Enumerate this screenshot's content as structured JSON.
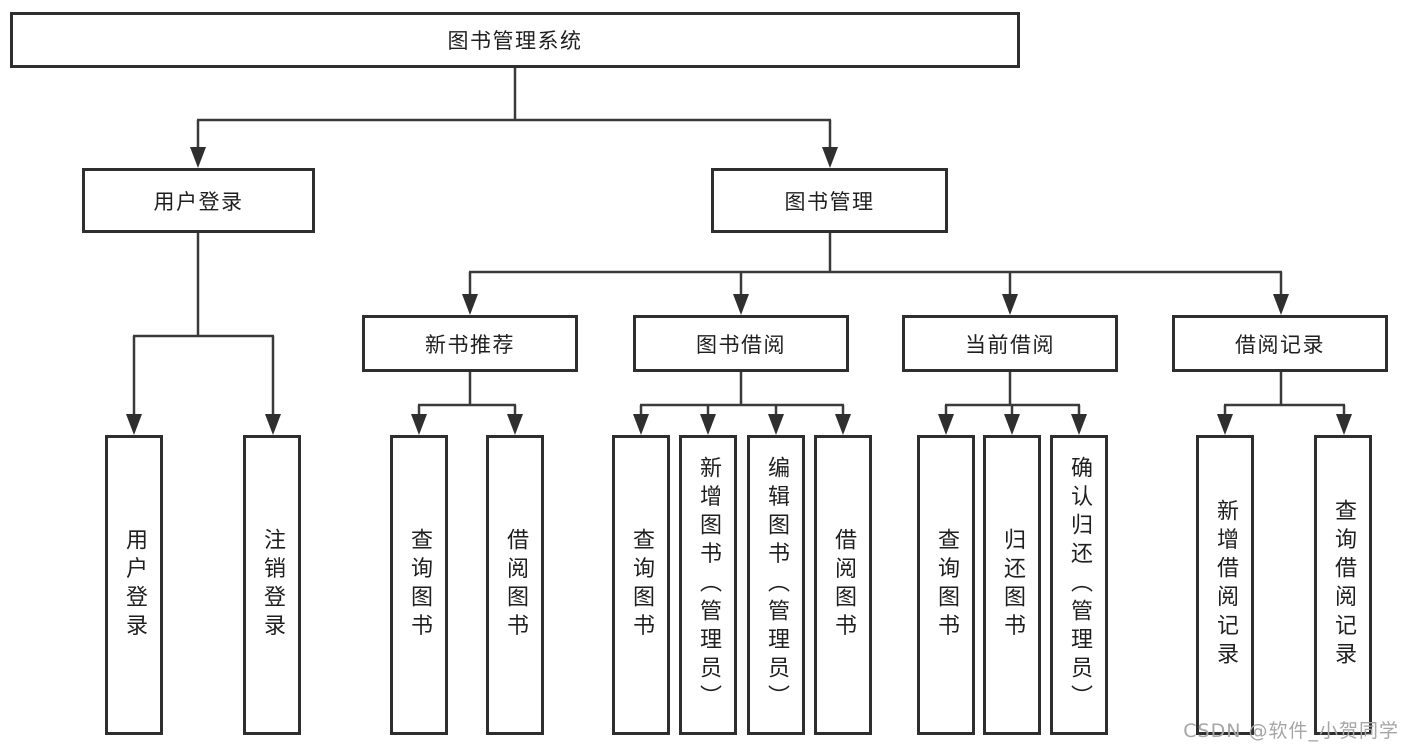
{
  "tree": {
    "label": "图书管理系统",
    "children": [
      {
        "label": "用户登录",
        "children": [
          {
            "label": "用户登录"
          },
          {
            "label": "注销登录"
          }
        ]
      },
      {
        "label": "图书管理",
        "children": [
          {
            "label": "新书推荐",
            "children": [
              {
                "label": "查询图书"
              },
              {
                "label": "借阅图书"
              }
            ]
          },
          {
            "label": "图书借阅",
            "children": [
              {
                "label": "查询图书"
              },
              {
                "label": "新增图书（管理员）"
              },
              {
                "label": "编辑图书（管理员）"
              },
              {
                "label": "借阅图书"
              }
            ]
          },
          {
            "label": "当前借阅",
            "children": [
              {
                "label": "查询图书"
              },
              {
                "label": "归还图书"
              },
              {
                "label": "确认归还（管理员）"
              }
            ]
          },
          {
            "label": "借阅记录",
            "children": [
              {
                "label": "新增借阅记录"
              },
              {
                "label": "查询借阅记录"
              }
            ]
          }
        ]
      }
    ]
  },
  "watermark": {
    "text": "CSDN @软件_小贺同学"
  },
  "colors": {
    "line": "#3a3a3a",
    "box_border": "#2e2e2e",
    "text": "#1f1f1f",
    "watermark": "#a6a6a6",
    "background": "#ffffff"
  }
}
